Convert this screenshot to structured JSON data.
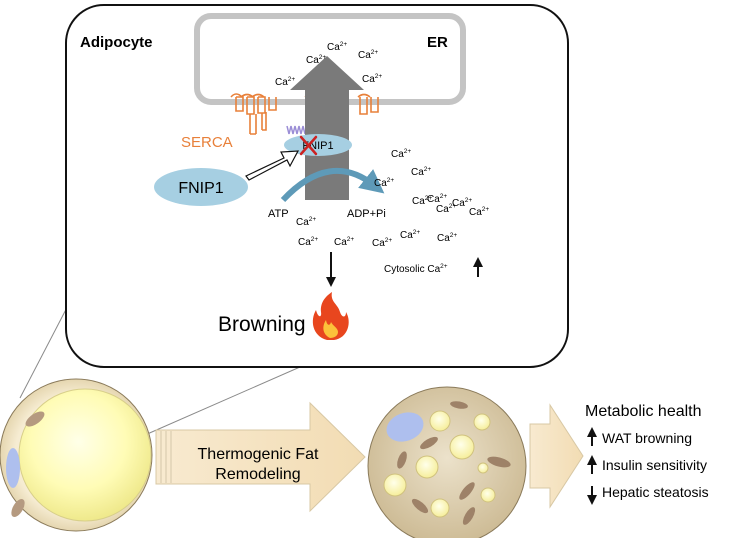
{
  "adipocyte_panel": {
    "cell_label": "Adipocyte",
    "er_label": "ER",
    "serca_label": "SERCA",
    "fnip1_label": "FNIP1",
    "fnip1_bound_label": "FNIP1",
    "atp_label": "ATP",
    "adp_label": "ADP+Pi",
    "calcium_label": "Ca",
    "calcium_charge": "2+",
    "cytosolic_label": "Cytosolic Ca",
    "browning_label": "Browning"
  },
  "bottom_panel": {
    "arrow_label_line1": "Thermogenic Fat",
    "arrow_label_line2": "Remodeling",
    "outcomes_title": "Metabolic health",
    "outcomes": [
      {
        "direction": "up",
        "label": "WAT browning"
      },
      {
        "direction": "up",
        "label": "Insulin sensitivity"
      },
      {
        "direction": "down",
        "label": "Hepatic steatosis"
      }
    ]
  },
  "colors": {
    "serca": "#e8803a",
    "fnip1": "#a6cfe2",
    "er_membrane": "#c4c4c4",
    "transport_arrow": "#7a7a7a",
    "curved_arrow": "#5e9ab8",
    "inhibition_cross": "#cc2222",
    "cell_outer": "#f3e8cb",
    "lipid_droplet": "#fffdc0",
    "nucleus": "#aebfee",
    "mitochondria": "#b59a80",
    "beige_cell": "#dbccaa",
    "block_arrow": "#f6e5c6"
  },
  "icons": [
    "flame-icon",
    "up-arrow-icon",
    "down-arrow-icon",
    "inhibition-cross-icon"
  ]
}
